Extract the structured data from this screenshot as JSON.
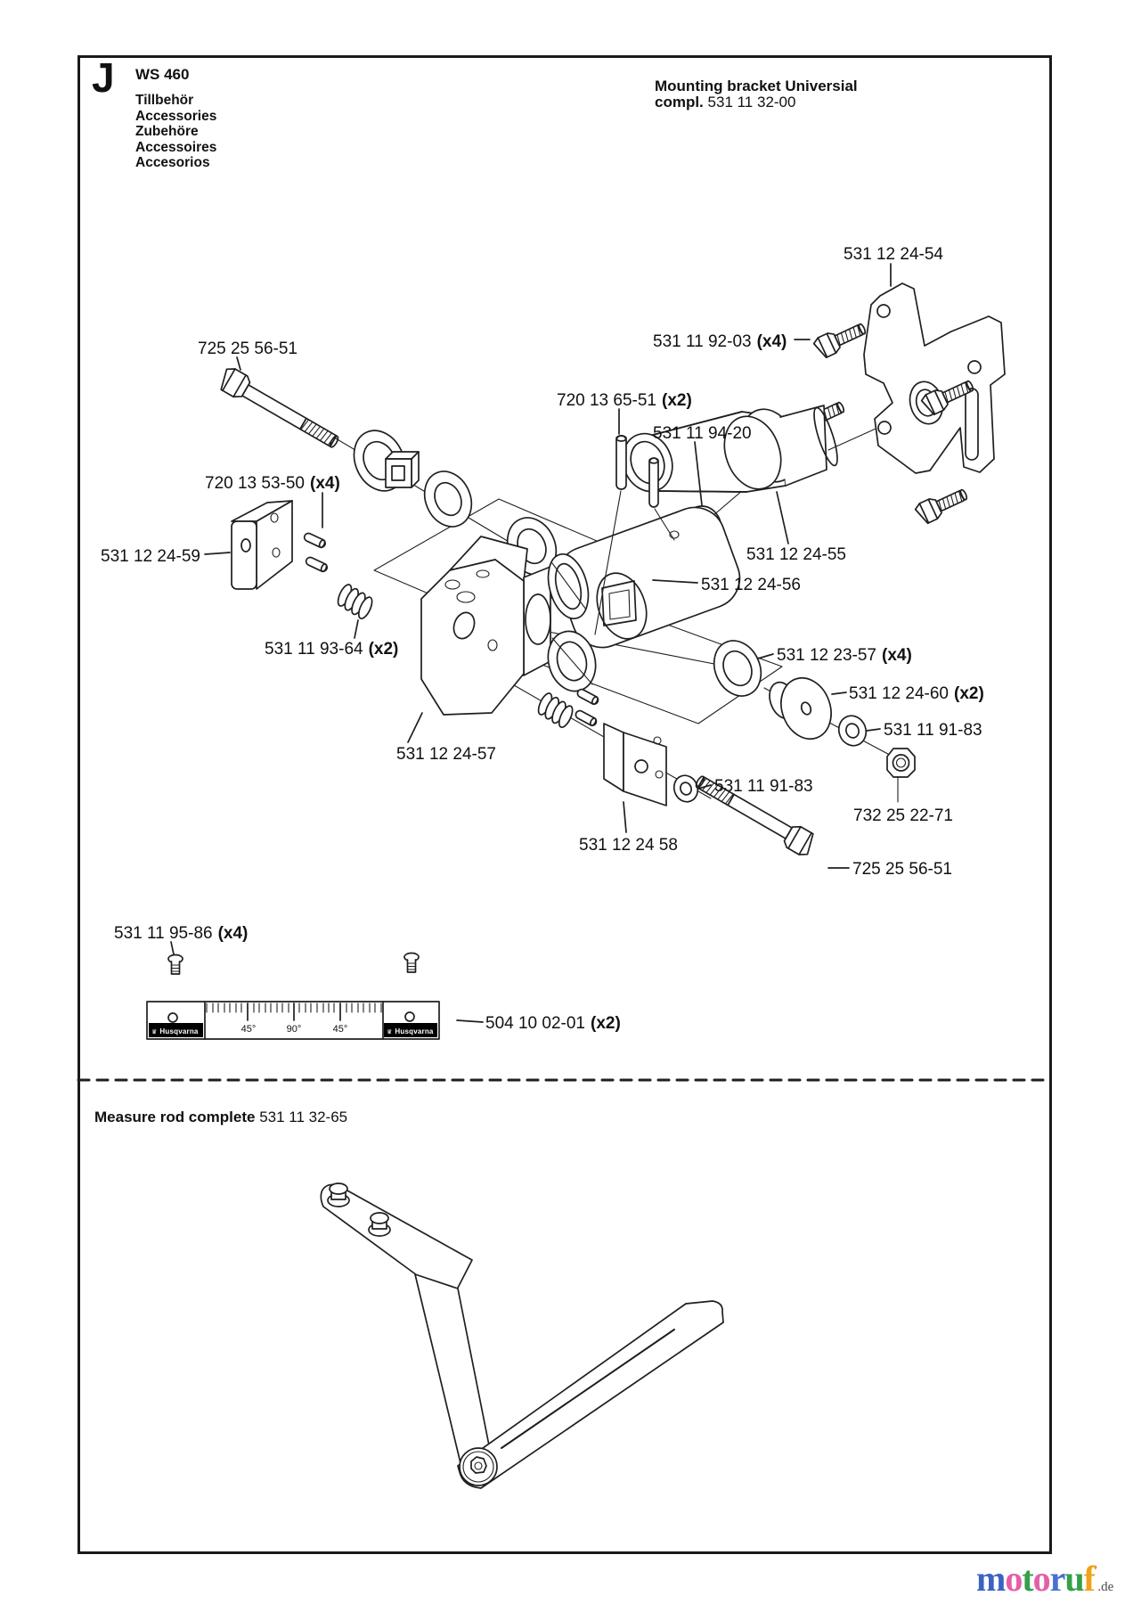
{
  "header": {
    "section_letter": "J",
    "model": "WS 460",
    "languages": [
      "Tillbehör",
      "Accessories",
      "Zubehöre",
      "Accessoires",
      "Accesorios"
    ]
  },
  "bracket_title": {
    "name": "Mounting bracket Universial",
    "compl_label": "compl.",
    "part_number": "531 11 32-00"
  },
  "labels": [
    {
      "text": "725 25 56-51"
    },
    {
      "text": "720 13 53-50",
      "qty": "(x4)"
    },
    {
      "text": "531 12 24-59"
    },
    {
      "text": "531 11 93-64",
      "qty": "(x2)"
    },
    {
      "text": "531 12 24-57"
    },
    {
      "text": "720 13 65-51",
      "qty": "(x2)"
    },
    {
      "text": "531 11 94-20"
    },
    {
      "text": "531 11 92-03",
      "qty": "(x4)"
    },
    {
      "text": "531 12 24-54"
    },
    {
      "text": "531 12 24-55"
    },
    {
      "text": "531 12 24-56"
    },
    {
      "text": "531 12 23-57",
      "qty": "(x4)"
    },
    {
      "text": "531 12 24-60",
      "qty": "(x2)"
    },
    {
      "text": "531 11 91-83"
    },
    {
      "text": "732 25 22-71"
    },
    {
      "text": "531 11 91-83"
    },
    {
      "text": "531 12 24 58"
    },
    {
      "text": "725 25 56-51"
    },
    {
      "text": "531 11 95-86",
      "qty": "(x4)"
    },
    {
      "text": "504 10 02-01",
      "qty": "(x2)"
    }
  ],
  "ruler": {
    "angle_left": "45°",
    "angle_center": "90°",
    "angle_right": "45°",
    "brand": "Husqvarna"
  },
  "measure_rod": {
    "title": "Measure rod complete",
    "part_number": "531 11 32-65"
  },
  "watermark": {
    "letters": [
      {
        "char": "m",
        "color": "#3b63c0"
      },
      {
        "char": "o",
        "color": "#e45fa8"
      },
      {
        "char": "t",
        "color": "#35a048"
      },
      {
        "char": "o",
        "color": "#e45fa8"
      },
      {
        "char": "r",
        "color": "#4a6fd0"
      },
      {
        "char": "u",
        "color": "#35a048"
      },
      {
        "char": "f",
        "color": "#f0a21a"
      }
    ],
    "tick": "'",
    "suffix": ".de"
  }
}
